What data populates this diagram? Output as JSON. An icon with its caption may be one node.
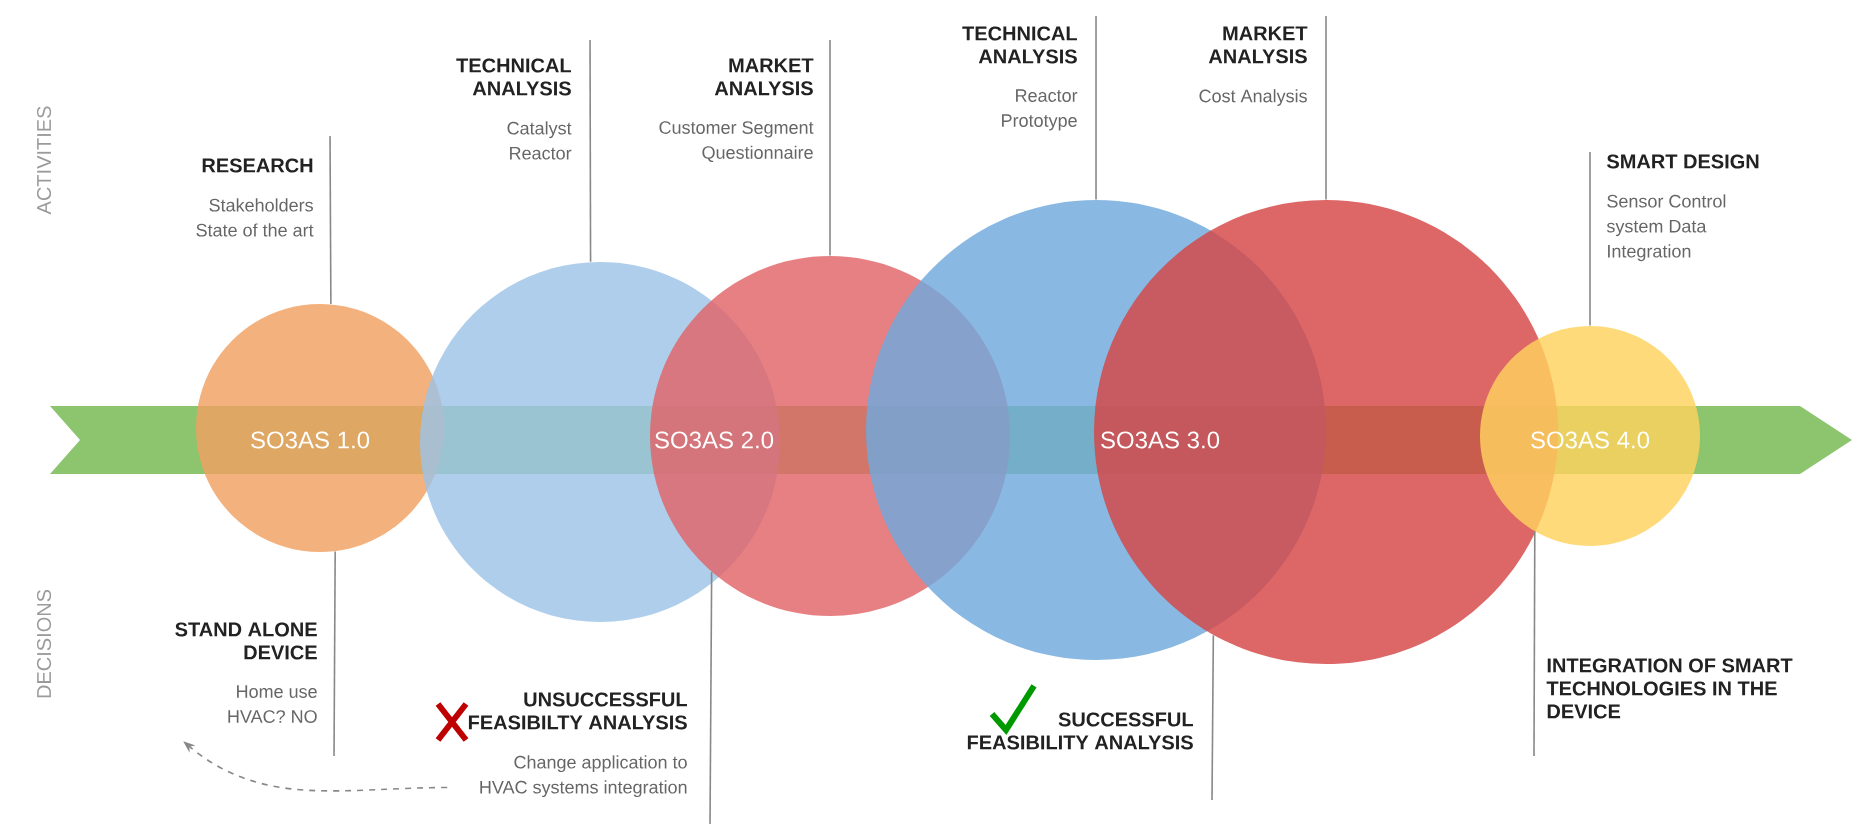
{
  "diagram": {
    "nodes": [
      {
        "text": [],
        "shape": "circle"
      },
      {
        "text": [],
        "shape": "circle"
      },
      {
        "text": [],
        "shape": "circle"
      },
      {
        "text": [],
        "shape": "circle"
      },
      {
        "text": [],
        "shape": "circle"
      },
      {
        "text": [],
        "shape": "circle"
      },
      {
        "text": [
          "RESEARCH",
          "Stakeholders State of the art"
        ]
      },
      {
        "text": [
          "TECHNICAL ANALYSIS",
          "Catalyst Reactor"
        ]
      },
      {
        "text": [
          "MARKET ANALYSIS",
          "Customer Segment Questionnaire"
        ]
      },
      {
        "text": [
          "TECHNICAL ANALYSIS",
          "Reactor Prototype"
        ]
      },
      {
        "text": [
          "MARKET ANALYSIS",
          "Cost Analysis"
        ]
      },
      {
        "text": [
          "SMART DESIGN",
          "Sensor Control system Data Integration"
        ]
      },
      {
        "text": [
          "STAND ALONE DEVICE",
          "Home use HVAC? NO"
        ]
      },
      {
        "text": [
          "UNSUCCESSFUL FEASIBILTY ANALYSIS",
          "Change application to HVAC systems integration"
        ]
      },
      {
        "text": [
          "SUCCESSFUL FEASIBILITY ANALYSIS"
        ]
      },
      {
        "text": [
          "INTEGRATION OF SMART TECHNOLOGIES IN THE DEVICE"
        ]
      }
    ],
    "edges": [
      {
        "from": 6,
        "to": 0,
        "arrow": "none"
      },
      {
        "from": 7,
        "to": 1,
        "arrow": "none"
      },
      {
        "from": 8,
        "to": 2,
        "arrow": "none"
      },
      {
        "from": 9,
        "to": 3,
        "arrow": "none"
      },
      {
        "from": 10,
        "to": 4,
        "arrow": "none"
      },
      {
        "from": 11,
        "to": 5,
        "arrow": "none"
      },
      {
        "from": 12,
        "to": 0,
        "arrow": "none"
      },
      {
        "from": 13,
        "to": 2,
        "arrow": "none"
      },
      {
        "from": 14,
        "to": 4,
        "arrow": "none"
      },
      {
        "from": 15,
        "to": 5,
        "arrow": "none"
      },
      {
        "from": 13,
        "to": 12,
        "arrow": "to",
        "style": "dashed"
      }
    ],
    "labels": [
      "ACTIVITIES",
      "SO3AS 1.0",
      "SO3AS 2.0",
      "SO3AS 3.0",
      "SO3AS 4.0",
      "DECISIONS"
    ]
  }
}
